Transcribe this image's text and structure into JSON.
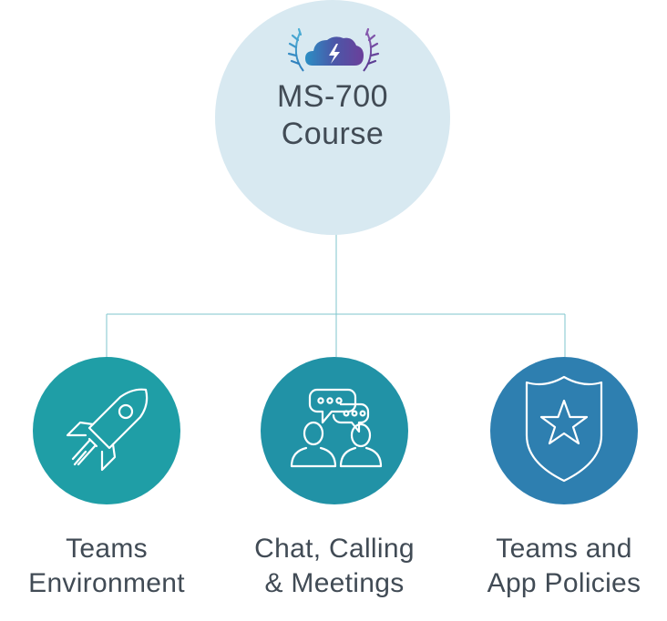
{
  "top_node": {
    "title_line1": "MS-700",
    "title_line2": "Course",
    "color": "#d8e9f1",
    "logo_icon": "cloud-lightning-laurel-icon"
  },
  "children": [
    {
      "label_line1": "Teams",
      "label_line2": "Environment",
      "icon": "rocket-icon",
      "color": "#1f9ea6"
    },
    {
      "label_line1": "Chat, Calling",
      "label_line2": "& Meetings",
      "icon": "chat-people-icon",
      "color": "#2192a6"
    },
    {
      "label_line1": "Teams and",
      "label_line2": "App Policies",
      "icon": "shield-star-icon",
      "color": "#2e7fb0"
    }
  ],
  "connector_color": "#7fc6cc"
}
